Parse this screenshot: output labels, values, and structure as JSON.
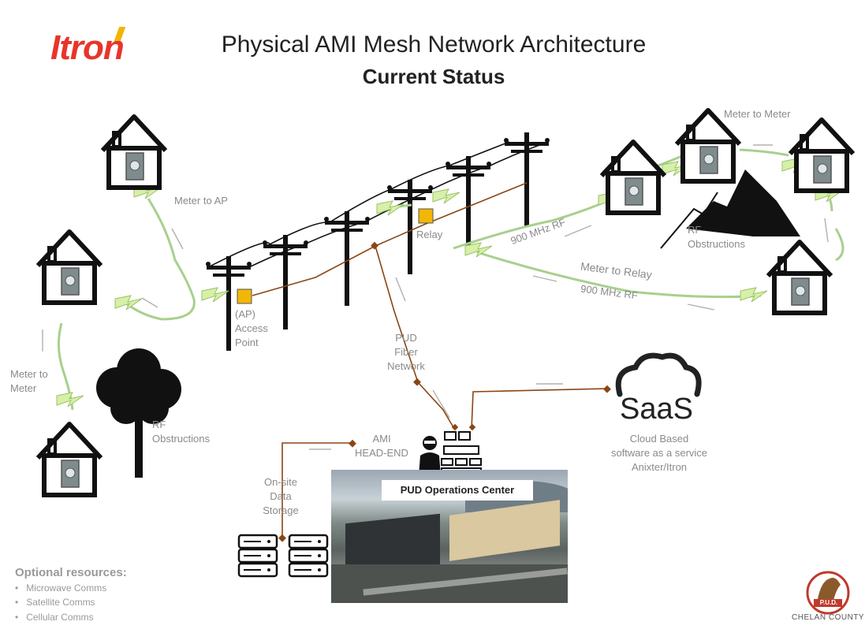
{
  "header": {
    "logo": "Itron",
    "title": "Physical AMI Mesh Network Architecture",
    "subtitle": "Current Status"
  },
  "labels": {
    "meter_to_ap": "Meter to AP",
    "meter_to_meter_left": [
      "Meter to",
      "Meter"
    ],
    "rf_obstructions_left": [
      "RF",
      "Obstructions"
    ],
    "access_point": [
      "(AP)",
      "Access",
      "Point"
    ],
    "relay": "Relay",
    "rf_900_upper": "900 MHz RF",
    "meter_to_meter_right": "Meter to Meter",
    "rf_obstructions_right": [
      "RF",
      "Obstructions"
    ],
    "meter_to_relay": "Meter to Relay",
    "rf_900_lower": "900 MHz RF",
    "pud_fiber": [
      "PUD",
      "Fiber",
      "Network"
    ],
    "ami_headend": [
      "AMI",
      "HEAD-END"
    ],
    "onsite_storage": [
      "On-site",
      "Data",
      "Storage"
    ],
    "saas": "SaaS",
    "cloud_desc": [
      "Cloud Based",
      "software as a service",
      "Anixter/Itron"
    ],
    "ops_center": "PUD Operations Center"
  },
  "optional": {
    "title": "Optional resources:",
    "items": [
      "Microwave Comms",
      "Satellite Comms",
      "Cellular Comms"
    ]
  },
  "footer": {
    "badge": "P.U.D.",
    "org": "CHELAN COUNTY"
  },
  "colors": {
    "fiber": "#8b4513",
    "rf_link": "#a8d08d",
    "node": "#f2b705",
    "brand": "#e8352a"
  }
}
